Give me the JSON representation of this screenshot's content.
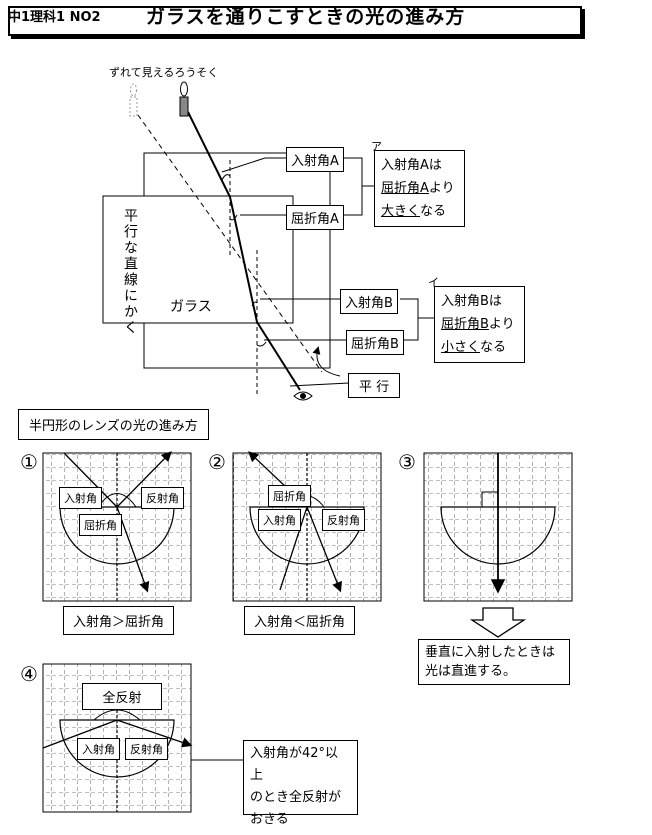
{
  "header": {
    "code": "中1理科1 NO2",
    "title": "ガラスを通りこすときの光の進み方"
  },
  "top": {
    "candle_caption": "ずれて見えるろうそく",
    "vertical_note": "平行な直線にかく",
    "glass_label": "ガラス",
    "label_a_in": "入射角A",
    "label_a_ref": "屈折角A",
    "label_b_in": "入射角B",
    "label_b_ref": "屈折角B",
    "label_parallel": "平 行",
    "mark_a": "ア",
    "mark_b": "イ",
    "note_a": {
      "line1": "入射角Aは",
      "line2_u": "屈折角A",
      "line2_rest": "より",
      "line3_u": "大きく",
      "line3_rest": "なる"
    },
    "note_b": {
      "line1": "入射角Bは",
      "line2_u": "屈折角B",
      "line2_rest": "より",
      "line3_u": "小さく",
      "line3_rest": "なる"
    }
  },
  "section_title": "半円形のレンズの光の進み方",
  "diagrams": [
    {
      "num": "①",
      "labels": [
        "入射角",
        "反射角",
        "屈折角"
      ],
      "caption": "入射角＞屈折角"
    },
    {
      "num": "②",
      "labels": [
        "屈折角",
        "入射角",
        "反射角"
      ],
      "caption": "入射角＜屈折角"
    },
    {
      "num": "③",
      "caption_line1": "垂直に入射したときは",
      "caption_line2": "光は直進する。"
    },
    {
      "num": "④",
      "title": "全反射",
      "labels": [
        "入射角",
        "反射角"
      ],
      "caption_line1": "入射角が42°以上",
      "caption_line2": "のとき全反射が",
      "caption_line3": "おきる"
    }
  ]
}
